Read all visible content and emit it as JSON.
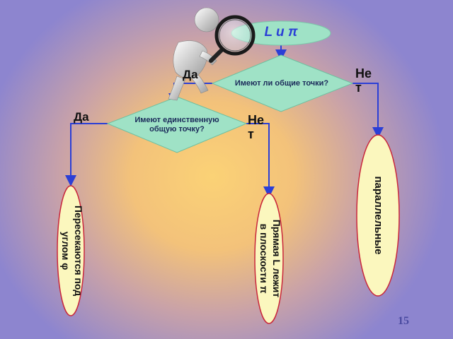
{
  "title_l": "L",
  "title_and": " и ",
  "title_pi": "π",
  "decision1": "Имеют ли общие точки?",
  "decision2_line1": "Имеют единственную",
  "decision2_line2": "общую точку?",
  "yes1_label": "Да",
  "no1_line1": "Не",
  "no1_line2": "т",
  "yes2_label": "Да",
  "no2_line1": "Не",
  "no2_line2": "т",
  "result_left_line1": "Пересекаются под",
  "result_left_line2": "углом φ",
  "result_mid_line1": "Прямая L лежит",
  "result_mid_line2": "в плоскости π",
  "result_right": "параллельные",
  "page_number": "15",
  "colors": {
    "shape_fill": "#9fe2c6",
    "oval_fill": "#fbf7be",
    "line": "#2b3fd6",
    "oval_stroke": "#c9263b",
    "page_number": "#4a4aa0"
  },
  "icon": "magnifying-glass-figure-icon"
}
